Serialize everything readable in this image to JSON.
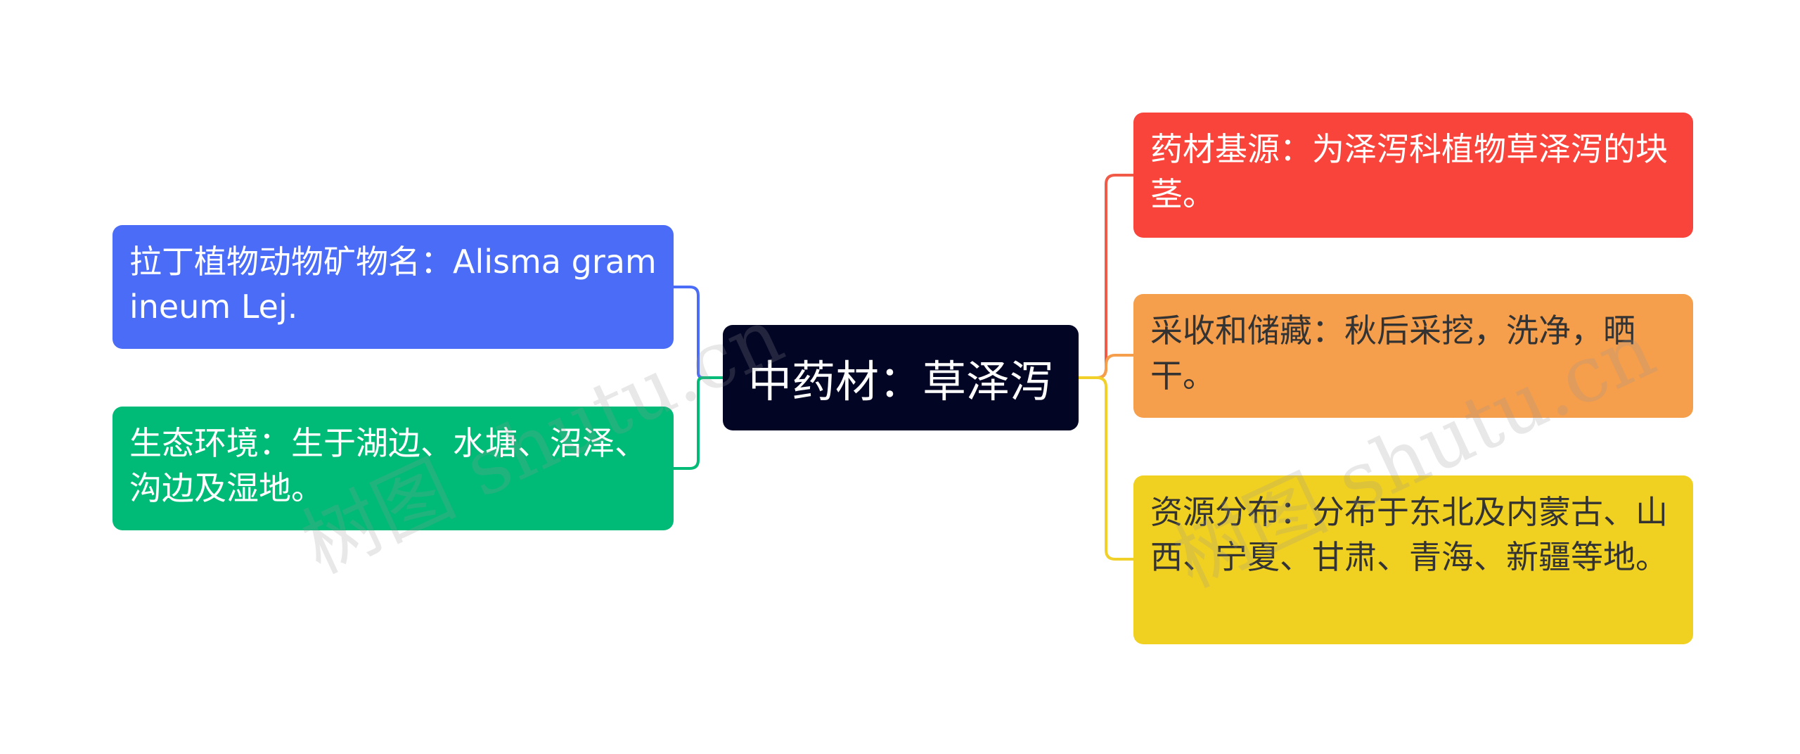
{
  "root": {
    "label": "中药材：草泽泻",
    "color": "#030524"
  },
  "left_nodes": [
    {
      "id": "latin-name",
      "label": "拉丁植物动物矿物名：Alisma gramineum Lej.",
      "color": "#4A6CF7",
      "connector_color": "#4A6CF7"
    },
    {
      "id": "habitat",
      "label": "生态环境：生于湖边、水塘、沼泽、沟边及湿地。",
      "color": "#00BB77",
      "connector_color": "#00BB77"
    }
  ],
  "right_nodes": [
    {
      "id": "source",
      "label": "药材基源：为泽泻科植物草泽泻的块茎。",
      "color": "#F8443A",
      "connector_color": "#F25A48"
    },
    {
      "id": "harvest",
      "label": "采收和储藏：秋后采挖，洗净，晒干。",
      "color": "#F59E4C",
      "connector_color": "#F59E4C"
    },
    {
      "id": "distribution",
      "label": "资源分布：分布于东北及内蒙古、山西、宁夏、甘肃、青海、新疆等地。",
      "color": "#F0D020",
      "connector_color": "#F2D02A"
    }
  ],
  "watermark": {
    "text": "树图 shutu.cn"
  }
}
